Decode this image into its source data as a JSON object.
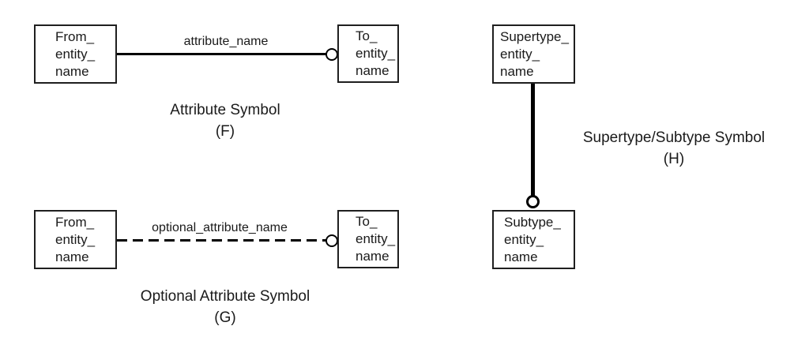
{
  "colors": {
    "background": "#ffffff",
    "connector_line": "#000000",
    "box_border": "#1f1f1f",
    "text": "#1a1a1a"
  },
  "diagram": {
    "sections": {
      "attribute": {
        "from_box": {
          "lines": [
            "From_",
            "entity_",
            "name"
          ]
        },
        "to_box": {
          "lines": [
            "To_",
            "entity_",
            "name"
          ]
        },
        "line_label": "attribute_name",
        "line_style": "solid",
        "caption": "Attribute Symbol",
        "caption_letter": "(F)"
      },
      "optional_attribute": {
        "from_box": {
          "lines": [
            "From_",
            "entity_",
            "name"
          ]
        },
        "to_box": {
          "lines": [
            "To_",
            "entity_",
            "name"
          ]
        },
        "line_label": "optional_attribute_name",
        "line_style": "dashed",
        "caption": "Optional Attribute Symbol",
        "caption_letter": "(G)"
      },
      "supertype_subtype": {
        "top_box": {
          "lines": [
            "Supertype_",
            "entity_",
            "name"
          ]
        },
        "bottom_box": {
          "lines": [
            "Subtype_",
            "entity_",
            "name"
          ]
        },
        "line_style": "thick-solid",
        "caption": "Supertype/Subtype Symbol",
        "caption_letter": "(H)"
      }
    }
  }
}
